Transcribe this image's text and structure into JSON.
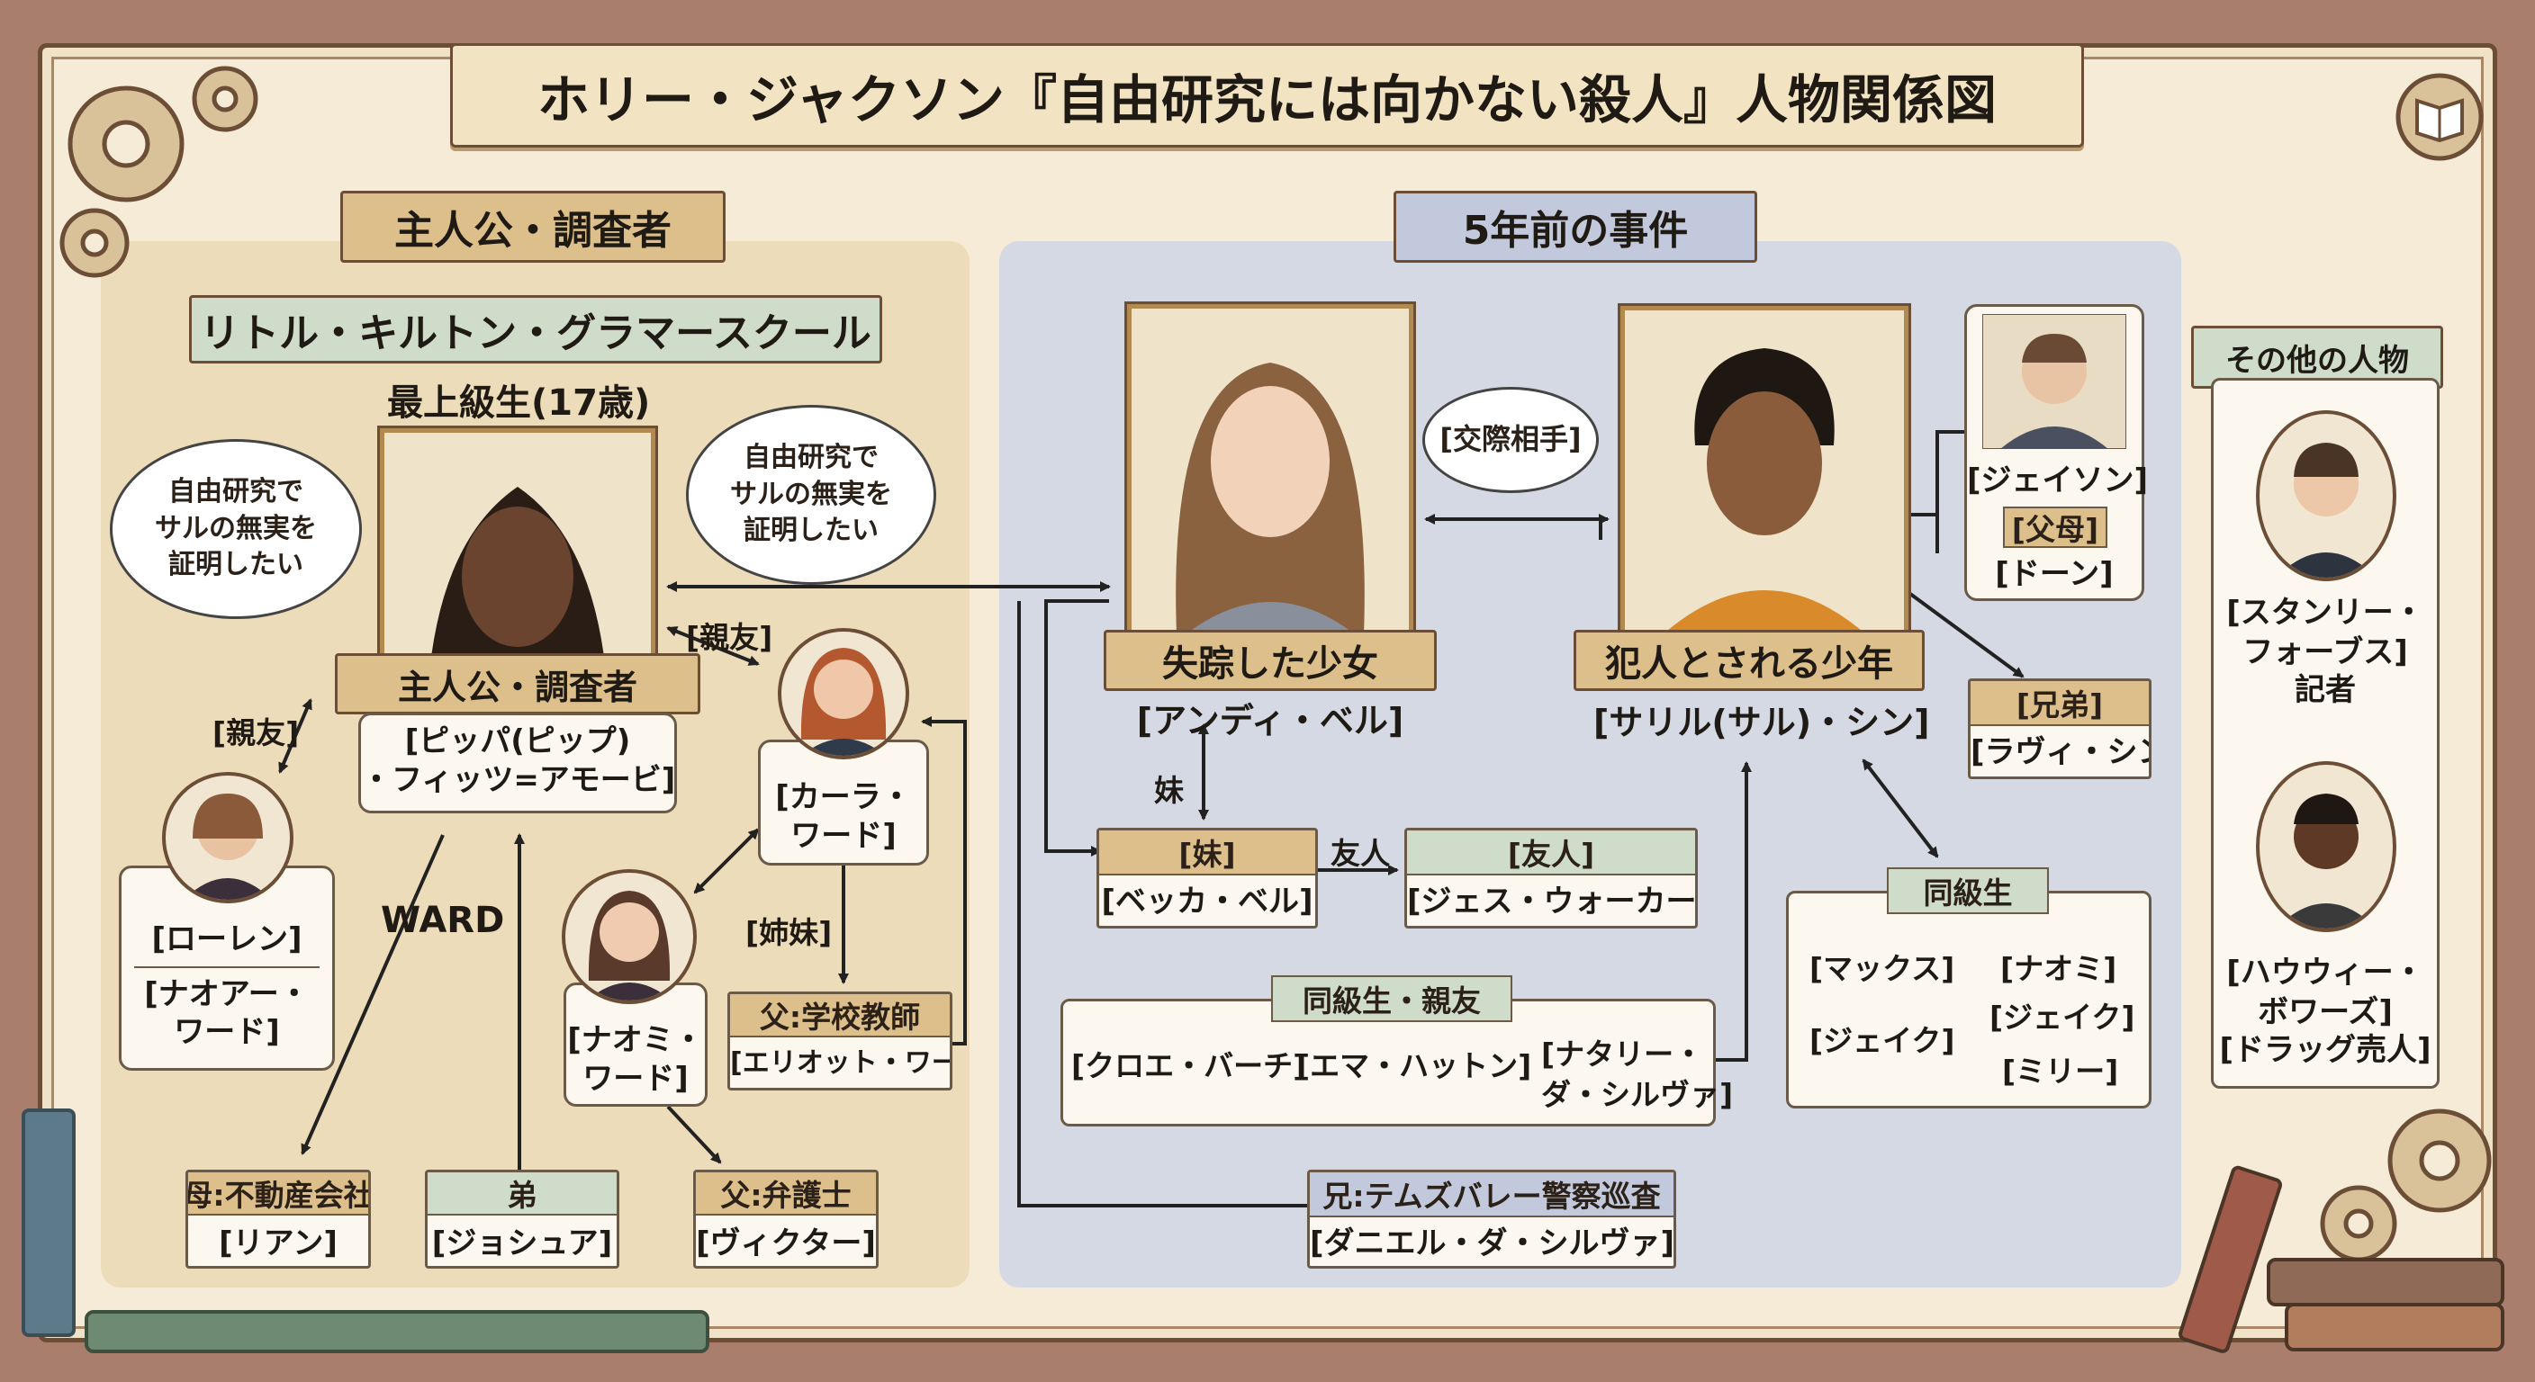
{
  "title": "ホリー・ジャクソン『自由研究には向かない殺人』人物関係図",
  "sections": {
    "protagonist": "主人公・調査者",
    "incident": "5年前の事件",
    "others": "その他の人物"
  },
  "school": {
    "name": "リトル・キルトン・グラマースクール",
    "grade": "最上級生(17歳)"
  },
  "pippa": {
    "role": "主人公・調査者",
    "name_line1": "[ピッパ(ピップ)",
    "name_line2": "・フィッツ=アモービ]",
    "thought1": "自由研究で\nサルの無実を\n証明したい",
    "thought2": "自由研究で\nサルの無実を\n証明したい"
  },
  "relations": {
    "best_friend_1": "[親友]",
    "best_friend_2": "[親友]",
    "ward": "WARD",
    "sisters": "[姉妹]",
    "dating": "[交際相手]",
    "younger_sister": "妹",
    "friend": "友人"
  },
  "lauren": {
    "line1": "[ローレン]",
    "line2": "[ナオアー・",
    "line3": "ワード]"
  },
  "cara": {
    "line1": "[カーラ・",
    "line2": "ワード]"
  },
  "naomi_w": {
    "line1": "[ナオミ・",
    "line2": "ワード]"
  },
  "father_teacher": {
    "tag": "父:学校教師",
    "name": "[エリオット・ワード]"
  },
  "father_lawyer": {
    "tag": "父:弁護士",
    "name": "[ヴィクター]"
  },
  "mother": {
    "tag": "母:不動産会社",
    "name": "[リアン]"
  },
  "brother": {
    "tag": "弟",
    "name": "[ジョシュア]"
  },
  "andie": {
    "role": "失踪した少女",
    "name": "[アンディ・ベル]"
  },
  "sal": {
    "role": "犯人とされる少年",
    "name": "[サリル(サル)・シン]"
  },
  "becca": {
    "tag": "[妹]",
    "name": "[ベッカ・ベル]"
  },
  "jess": {
    "tag": "[友人]",
    "name": "[ジェス・ウォーカー]"
  },
  "sal_parents": {
    "name1": "[ジェイソン]",
    "tag": "[父母]",
    "name2": "[ドーン]"
  },
  "ravi": {
    "tag": "[兄弟]",
    "name": "[ラヴィ・シン]"
  },
  "classmates": {
    "tag": "同級生",
    "names": [
      "[マックス]",
      "[ナオミ]",
      "[ジェイク]",
      "[ジェイク]",
      "[ミリー]"
    ]
  },
  "close_friends": {
    "tag": "同級生・親友",
    "names": [
      "[クロエ・バーチ]",
      "[エマ・ハットン]",
      "[ナタリー・",
      "ダ・シルヴァ]"
    ]
  },
  "daniel": {
    "tag": "兄:テムズバレー警察巡査",
    "name": "[ダニエル・ダ・シルヴァ]"
  },
  "stanley": {
    "line1": "[スタンリー・",
    "line2": "フォーブス]",
    "role": "記者"
  },
  "howie": {
    "line1": "[ハウウィー・",
    "line2": "ボワーズ]",
    "role": "[ドラッグ売人]"
  },
  "colors": {
    "frame": "#f5ebd7",
    "left_panel": "#eddcb9",
    "middle_panel": "#d4d9e4",
    "ribbon_tan": "#dcbf8a",
    "ribbon_green": "#cfdcc9",
    "ribbon_blue": "#c3c9dc"
  }
}
